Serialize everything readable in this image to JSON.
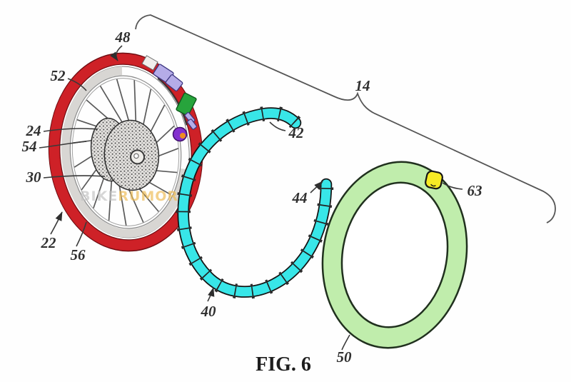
{
  "figure": {
    "caption": "FIG. 6",
    "type": "patent-exploded-view-bicycle-wheel-assembly"
  },
  "watermark": {
    "part1": "BIKE",
    "part2": "RUMOR!"
  },
  "labels": {
    "n14": "14",
    "n22": "22",
    "n24": "24",
    "n30": "30",
    "n40": "40",
    "n42": "42",
    "n44": "44",
    "n48": "48",
    "n50": "50",
    "n52": "52",
    "n54": "54",
    "n56": "56",
    "n63": "63"
  },
  "colors": {
    "tire_red": "#ce2127",
    "rim_gray": "#d8d6d3",
    "band_cyan": "#38e6e8",
    "ring_green": "#c0edac",
    "marker_yellow": "#f7ea25",
    "module_green": "#27a43c",
    "module_lavender": "#b5ace8",
    "sensor_purple": "#8430cf",
    "sensor_orange": "#ee8d20"
  }
}
